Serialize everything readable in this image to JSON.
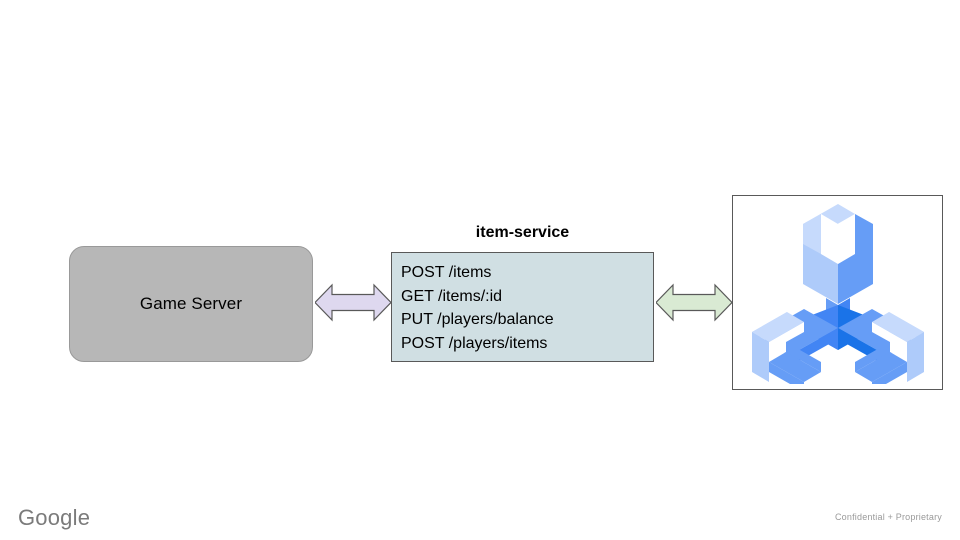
{
  "slide": {
    "background_color": "#ffffff"
  },
  "nodes": {
    "game_server": {
      "label": "Game Server",
      "fill_color": "#b7b7b7",
      "border_color": "#999999"
    },
    "item_service": {
      "title": "item-service",
      "fill_color": "#d0dfe3",
      "border_color": "#595959",
      "endpoints": [
        "POST /items",
        "GET /items/:id",
        "PUT /players/balance",
        "POST /players/items"
      ]
    },
    "build_logo": {
      "name": "cloud-build-wrench-logo",
      "border_color": "#595959",
      "color_light": "#aecbfa",
      "color_medium": "#669df6",
      "color_dark": "#4285f4",
      "color_deep": "#1a73e8"
    }
  },
  "connectors": {
    "left": {
      "name": "game-server-to-item-service",
      "fill_color": "#ded8ef",
      "stroke_color": "#595959",
      "direction": "bidirectional"
    },
    "right": {
      "name": "item-service-to-build",
      "fill_color": "#d9ead3",
      "stroke_color": "#595959",
      "direction": "bidirectional"
    }
  },
  "footer": {
    "brand": "Google",
    "brand_color": "#7b7b7b",
    "confidentiality": "Confidential + Proprietary",
    "confidentiality_color": "#9a9a9a"
  }
}
